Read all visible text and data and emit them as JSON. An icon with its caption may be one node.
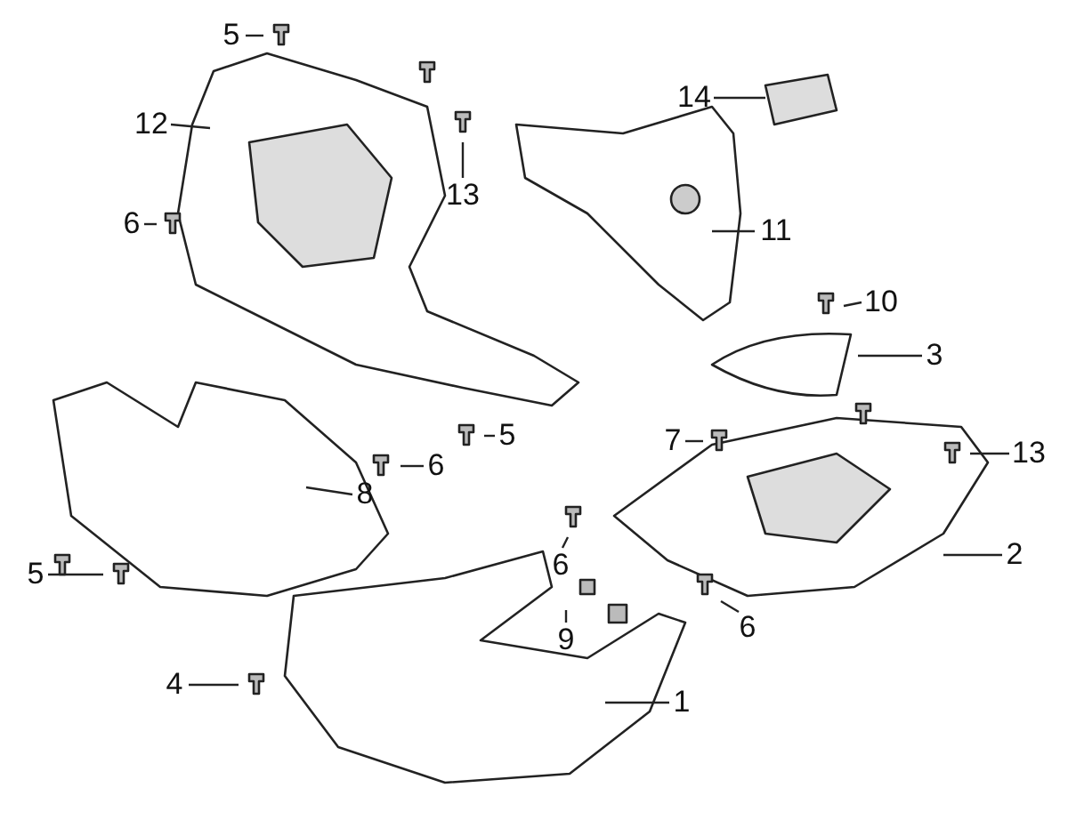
{
  "diagram": {
    "nodes": [
      {
        "text": [
          "5"
        ]
      },
      {
        "text": [
          "14"
        ]
      },
      {
        "text": [
          "12"
        ]
      },
      {
        "text": [
          "13"
        ]
      },
      {
        "text": [
          "6"
        ]
      },
      {
        "text": [
          "11"
        ]
      },
      {
        "text": [
          "10"
        ]
      },
      {
        "text": [
          "3"
        ]
      },
      {
        "text": [
          "5"
        ]
      },
      {
        "text": [
          "7"
        ]
      },
      {
        "text": [
          "13"
        ]
      },
      {
        "text": [
          "6"
        ]
      },
      {
        "text": [
          "8"
        ]
      },
      {
        "text": [
          "2"
        ]
      },
      {
        "text": [
          "6"
        ]
      },
      {
        "text": [
          "5"
        ]
      },
      {
        "text": [
          "6"
        ]
      },
      {
        "text": [
          "9"
        ]
      },
      {
        "text": [
          "4"
        ]
      },
      {
        "text": [
          "1"
        ]
      }
    ],
    "edges": [
      {
        "from": 0,
        "to": null,
        "arrow": "none"
      },
      {
        "from": 1,
        "to": null,
        "arrow": "none"
      },
      {
        "from": 2,
        "to": null,
        "arrow": "none"
      },
      {
        "from": 3,
        "to": null,
        "arrow": "none"
      },
      {
        "from": 4,
        "to": null,
        "arrow": "none"
      },
      {
        "from": 5,
        "to": null,
        "arrow": "none"
      },
      {
        "from": 6,
        "to": null,
        "arrow": "none"
      },
      {
        "from": 7,
        "to": null,
        "arrow": "none"
      },
      {
        "from": 8,
        "to": null,
        "arrow": "none"
      },
      {
        "from": 9,
        "to": null,
        "arrow": "none"
      },
      {
        "from": 10,
        "to": null,
        "arrow": "none"
      },
      {
        "from": 11,
        "to": null,
        "arrow": "none"
      },
      {
        "from": 12,
        "to": null,
        "arrow": "none"
      },
      {
        "from": 13,
        "to": null,
        "arrow": "none"
      },
      {
        "from": 14,
        "to": null,
        "arrow": "none"
      },
      {
        "from": 15,
        "to": null,
        "arrow": "none"
      },
      {
        "from": 16,
        "to": null,
        "arrow": "none"
      },
      {
        "from": 17,
        "to": null,
        "arrow": "none"
      },
      {
        "from": 18,
        "to": null,
        "arrow": "none"
      },
      {
        "from": 19,
        "to": null,
        "arrow": "none"
      }
    ]
  }
}
